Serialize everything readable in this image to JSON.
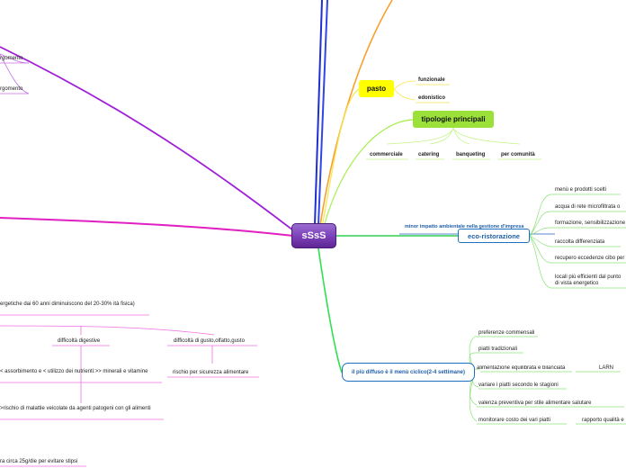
{
  "central": "sSsS",
  "pasto": {
    "title": "pasto",
    "children": [
      "funzionale",
      "edonistico"
    ]
  },
  "tipologie": {
    "title": "tipologie principali",
    "children": [
      "commerciale",
      "catering",
      "banqueting",
      "per comunità"
    ]
  },
  "eco": {
    "title": "eco-ristorazione",
    "caption": "minor impatto ambientale nella gestione d'impresa",
    "children": [
      "menù e prodotti scelti",
      "acqua di rete microfiltrata o",
      "formazione, sensibilizzazione",
      "raccolta differenziata",
      "recupero eccedenze cibo per",
      "locali più efficienti dal punto di vista energetico"
    ]
  },
  "ciclico": {
    "title": "il più diffuso è il menù ciclico(2-4 settimane)",
    "children": [
      "preferenze commensali",
      "piatti tradizionali",
      "alimentazione equilibrata e bilanciata",
      "variare i piatti secondo le stagioni",
      "valenza preventiva per stile alimentare salutare",
      "monitorare costo dei vari piatti"
    ],
    "extra_larn": "LARN",
    "extra_rapporto": "rapporto qualità e"
  },
  "left_top": {
    "items": [
      "rgomento",
      "rgomento"
    ]
  },
  "anziani": {
    "top": "ergetiche dai 60 anni diminuiscono del 20-30% ità fisica)",
    "difficolta_digestive": "difficoltà digestive",
    "difficolta_gusto": "difficoltà di gusto,olfatto,gusto",
    "assorbimento": "< assorbimento e < utilizzo dei nutrienti:>> minerali e vitamine",
    "sicurezza": "rischio per sicurezza alimentare",
    "patogeni": ">rischio di malattie veicolate  da agenti patogeni con gli alimenti",
    "fibra": "ra circa 25g/die per evitare stipsi"
  },
  "colors": {
    "purple": "#a020d8",
    "magenta": "#e020c0",
    "pink": "#f070e0",
    "blue_dark": "#1f2fd0",
    "blue": "#3040e0",
    "orange": "#f7a030",
    "yellow": "#f0e040",
    "lightgreen": "#a8ef50",
    "green": "#30e050",
    "blue_branch": "#2060c0"
  }
}
